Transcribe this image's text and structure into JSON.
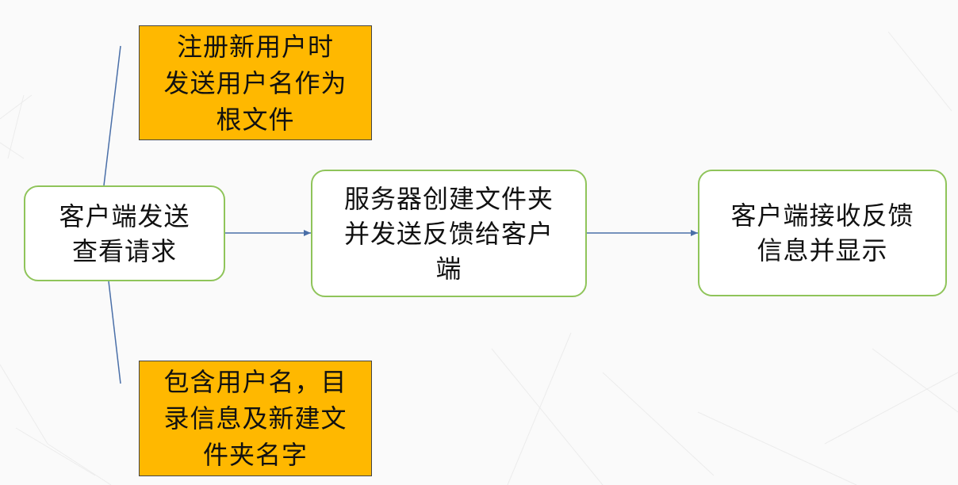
{
  "chart_data": {
    "type": "flowchart",
    "nodes": [
      {
        "id": "client_request",
        "lines": [
          "客户端发送",
          "查看请求"
        ],
        "style": "rounded"
      },
      {
        "id": "server_create",
        "lines": [
          "服务器创建文件夹",
          "并发送反馈给客户",
          "端"
        ],
        "style": "rounded"
      },
      {
        "id": "client_receive",
        "lines": [
          "客户端接收反馈",
          "信息并显示"
        ],
        "style": "rounded"
      },
      {
        "id": "note_top",
        "lines": [
          "注册新用户时",
          "发送用户名作为",
          "根文件"
        ],
        "style": "note"
      },
      {
        "id": "note_bottom",
        "lines": [
          "包含用户名，目",
          "录信息及新建文",
          "件夹名字"
        ],
        "style": "note"
      }
    ],
    "edges": [
      {
        "from": "client_request",
        "to": "server_create",
        "arrow": true
      },
      {
        "from": "server_create",
        "to": "client_receive",
        "arrow": true
      },
      {
        "from": "client_request",
        "to": "note_top",
        "arrow": false
      },
      {
        "from": "client_request",
        "to": "note_bottom",
        "arrow": false
      }
    ]
  },
  "colors": {
    "node_border": "#8fc45a",
    "note_fill": "#ffb800",
    "connector": "#4a6fa8",
    "background": "#fafafa"
  }
}
